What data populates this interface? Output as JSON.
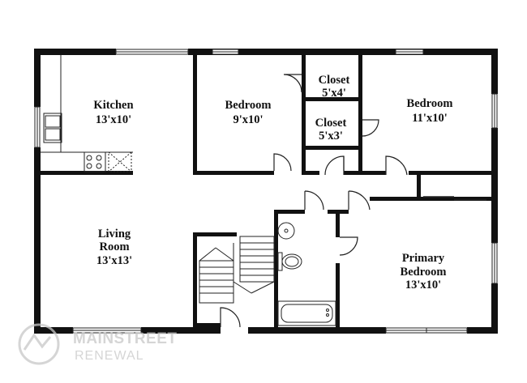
{
  "rooms": {
    "kitchen": {
      "name": "Kitchen",
      "size": "13'x10'"
    },
    "bedroom_1": {
      "name": "Bedroom",
      "size": "9'x10'"
    },
    "closet_1": {
      "name": "Closet",
      "size": "5'x4'"
    },
    "closet_2": {
      "name": "Closet",
      "size": "5'x3'"
    },
    "bedroom_2": {
      "name": "Bedroom",
      "size": "11'x10'"
    },
    "living_room": {
      "name_line1": "Living",
      "name_line2": "Room",
      "size": "13'x13'"
    },
    "primary_bedroom": {
      "name_line1": "Primary",
      "name_line2": "Bedroom",
      "size": "13'x10'"
    }
  },
  "watermark": {
    "brand_line1": "MAINSTREET",
    "brand_line2": "RENEWAL"
  },
  "colors": {
    "wall": "#111111",
    "line": "#222222",
    "watermark": "#c8c8c8",
    "background": "#ffffff"
  }
}
